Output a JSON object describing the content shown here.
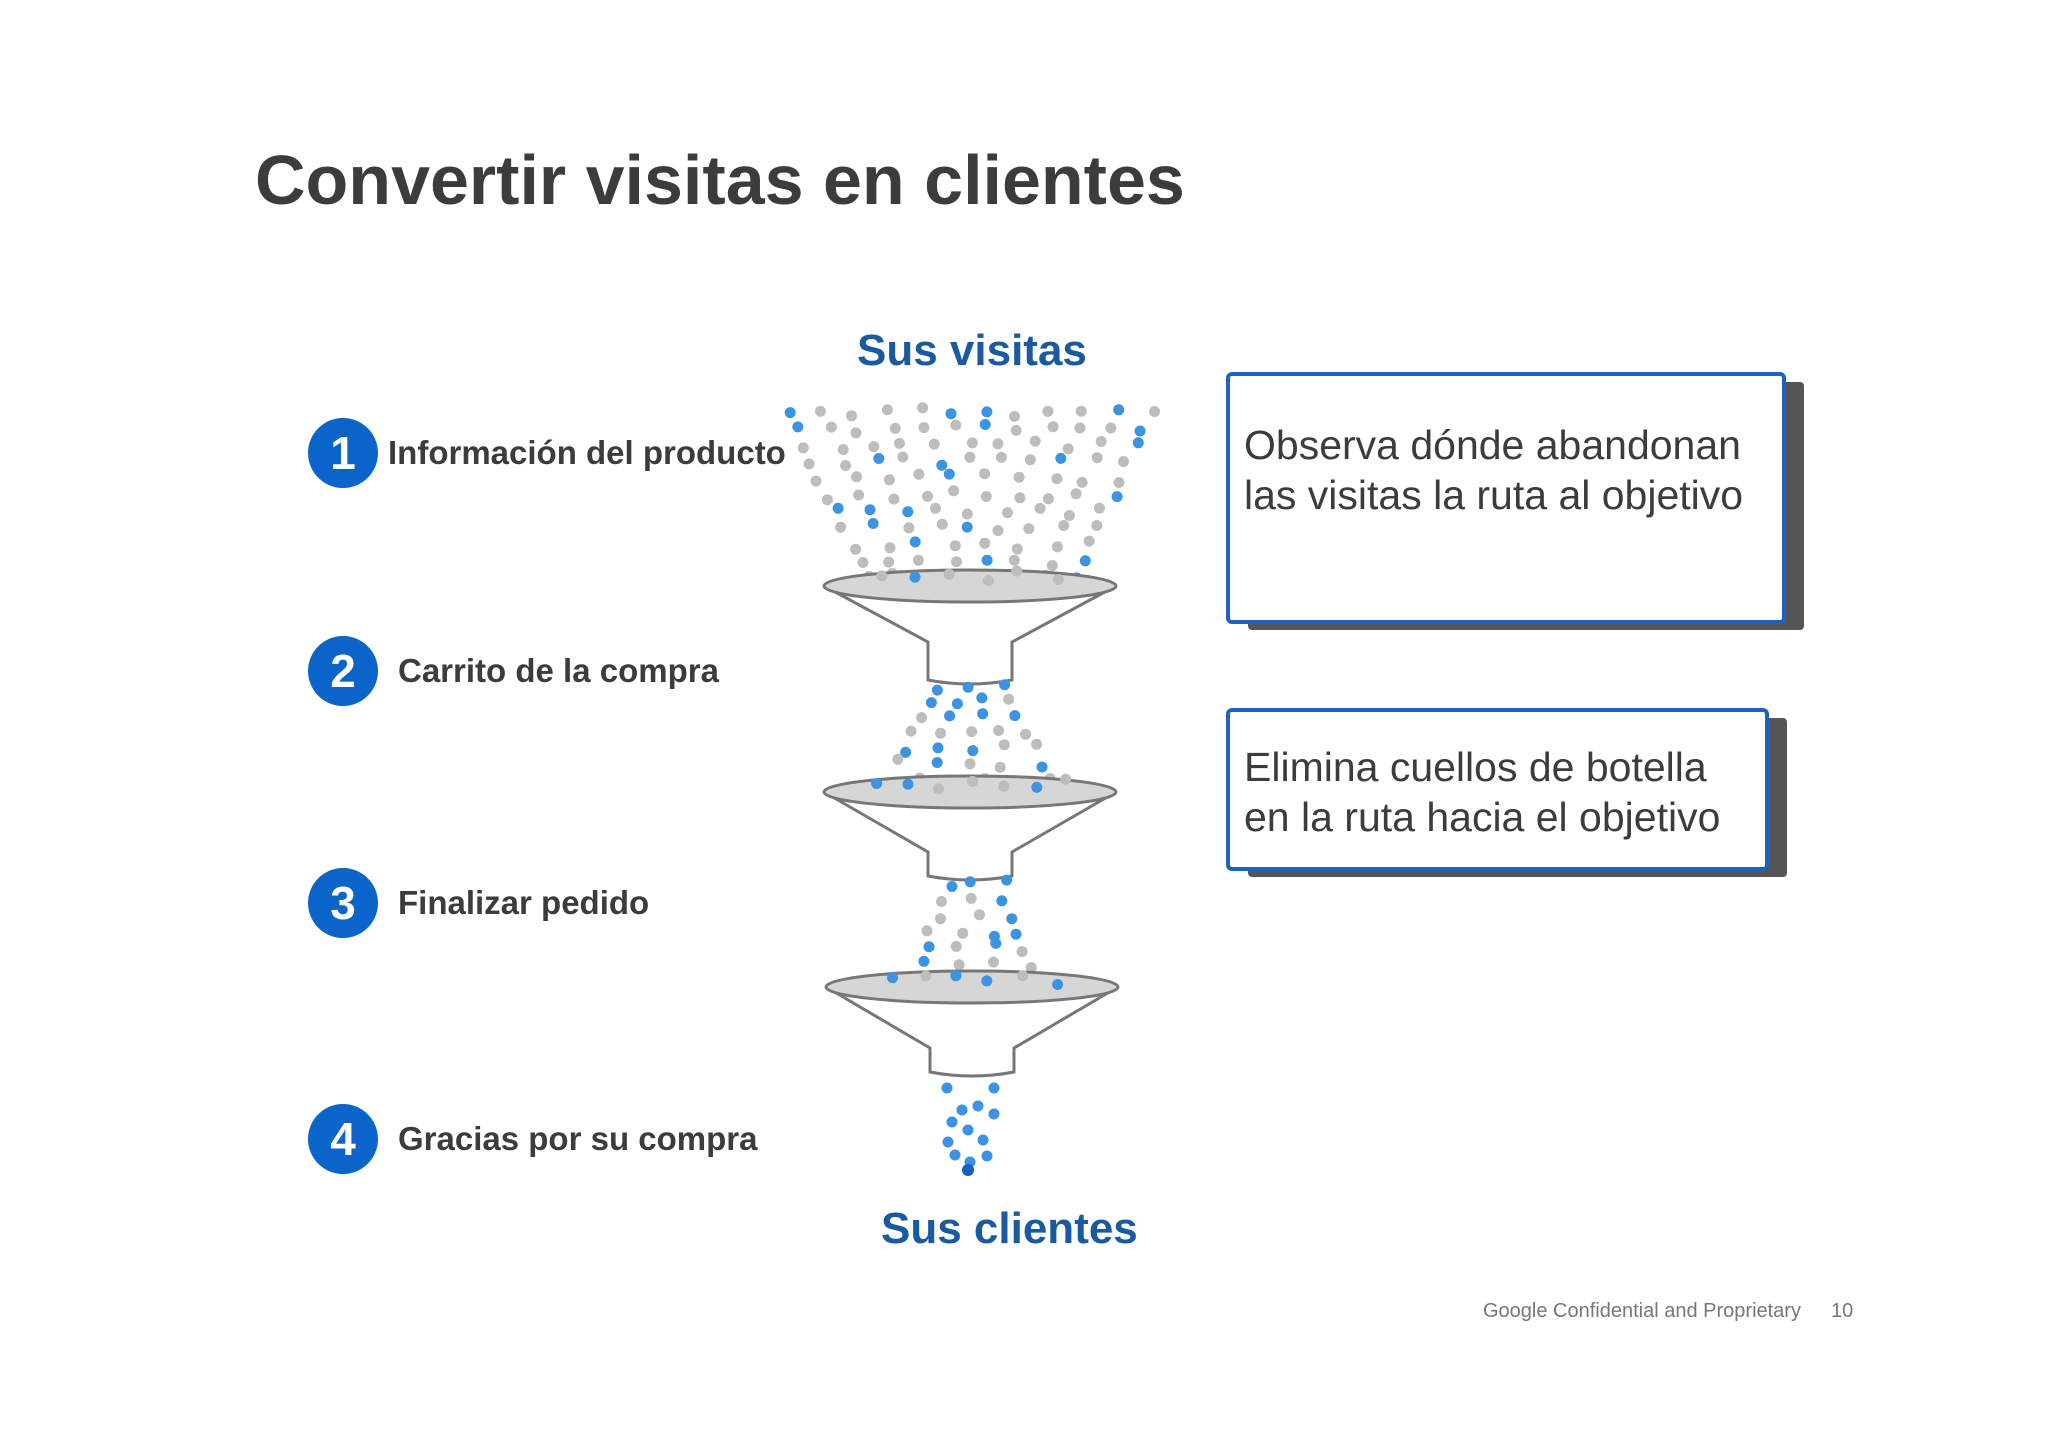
{
  "title": "Convertir visitas en clientes",
  "steps": [
    {
      "number": "1",
      "label": "Información del producto"
    },
    {
      "number": "2",
      "label": "Carrito de la compra"
    },
    {
      "number": "3",
      "label": "Finalizar pedido"
    },
    {
      "number": "4",
      "label": "Gracias por su compra"
    }
  ],
  "funnel": {
    "top_label": "Sus visitas",
    "bottom_label": "Sus clientes",
    "colors": {
      "grey_dot": "#bdbdbd",
      "blue_dot": "#3b93e3",
      "dark_dot": "#1960c0",
      "funnel_stroke": "#777777"
    }
  },
  "callouts": [
    {
      "text": "Observa dónde abandonan las visitas la ruta al objetivo"
    },
    {
      "text": "Elimina cuellos de botella en la ruta hacia el objetivo"
    }
  ],
  "footer": {
    "confidential": "Google Confidential and Proprietary",
    "page_number": "10"
  },
  "colors": {
    "accent": "#0b64c9",
    "heading_blue": "#1a5aa0",
    "text": "#3c3c3c"
  }
}
